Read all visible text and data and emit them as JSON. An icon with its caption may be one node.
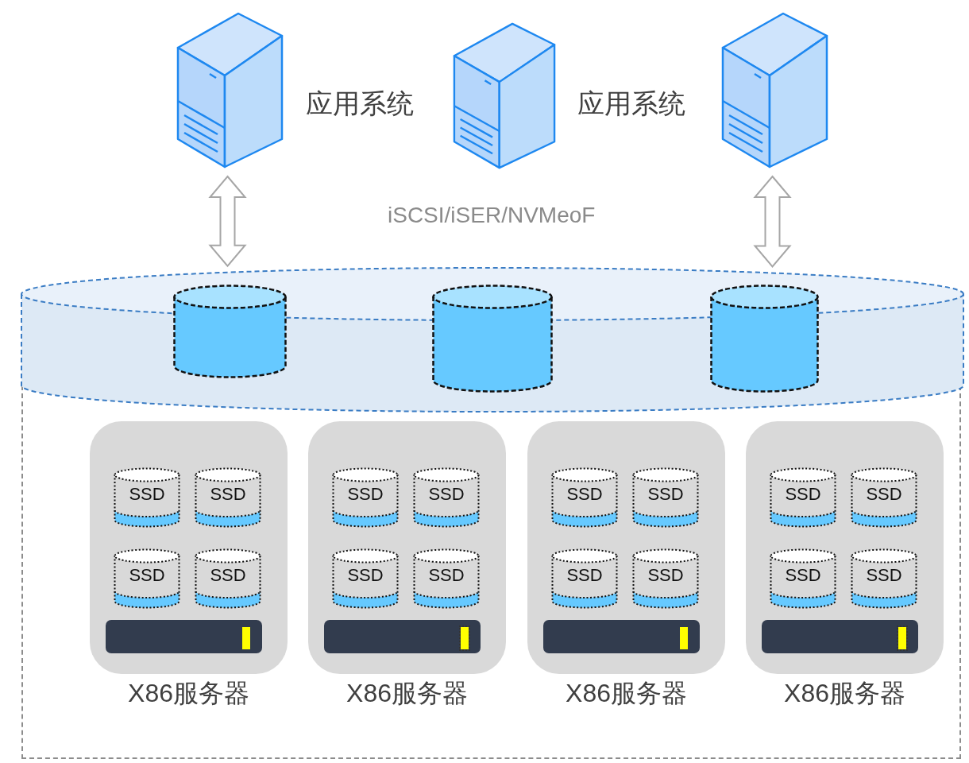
{
  "diagram": {
    "nodes": [
      {
        "text": [],
        "shape": "picture"
      },
      {
        "text": [],
        "shape": "picture"
      },
      {
        "text": [],
        "shape": "picture"
      },
      {
        "text": [],
        "shape": "cylinder"
      },
      {
        "text": [],
        "shape": "cylinder",
        "in": 3
      },
      {
        "text": [],
        "shape": "cylinder",
        "in": 3
      },
      {
        "text": [],
        "shape": "cylinder",
        "in": 3
      },
      {
        "text": [],
        "shape": "box"
      },
      {
        "text": [
          "X86服务器"
        ],
        "in": 7
      },
      {
        "text": [
          "SSD"
        ],
        "in": 8
      },
      {
        "text": [
          "SSD"
        ],
        "in": 8
      },
      {
        "text": [
          "SSD"
        ],
        "in": 8
      },
      {
        "text": [
          "SSD"
        ],
        "in": 8
      },
      {
        "text": [
          "X86服务器"
        ],
        "in": 7
      },
      {
        "text": [
          "SSD"
        ],
        "in": 13
      },
      {
        "text": [
          "SSD"
        ],
        "in": 13
      },
      {
        "text": [
          "SSD"
        ],
        "in": 13
      },
      {
        "text": [
          "SSD"
        ],
        "in": 13
      },
      {
        "text": [
          "X86服务器"
        ],
        "in": 7
      },
      {
        "text": [
          "SSD"
        ],
        "in": 18
      },
      {
        "text": [
          "SSD"
        ],
        "in": 18
      },
      {
        "text": [
          "SSD"
        ],
        "in": 18
      },
      {
        "text": [
          "SSD"
        ],
        "in": 18
      },
      {
        "text": [
          "X86服务器"
        ],
        "in": 7
      },
      {
        "text": [
          "SSD"
        ],
        "in": 23
      },
      {
        "text": [
          "SSD"
        ],
        "in": 23
      },
      {
        "text": [
          "SSD"
        ],
        "in": 23
      },
      {
        "text": [
          "SSD"
        ],
        "in": 23
      }
    ],
    "edges": [
      {
        "from": 0,
        "to": 3,
        "arrow": "both"
      },
      {
        "from": 2,
        "to": 3,
        "arrow": "both"
      }
    ],
    "labels": [
      "应用系统",
      "应用系统",
      "iSCSI/iSER/NVMeoF"
    ]
  }
}
